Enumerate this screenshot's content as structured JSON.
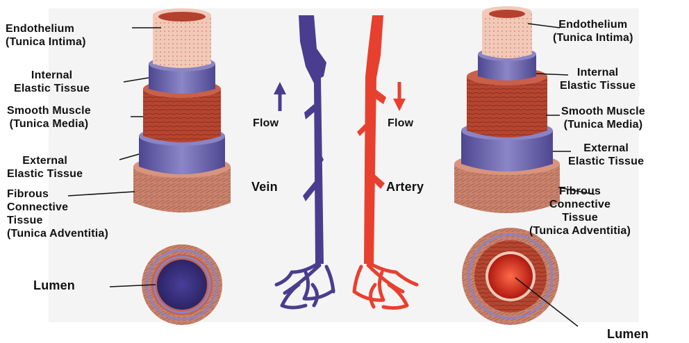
{
  "left_vessel": {
    "endothelium": [
      "Endothelium",
      "(Tunica Intima)"
    ],
    "internal_elastic": [
      "Internal",
      "Elastic Tissue"
    ],
    "smooth_muscle": [
      "Smooth Muscle",
      "(Tunica Media)"
    ],
    "external_elastic": [
      "External",
      "Elastic Tissue"
    ],
    "fibrous": [
      "Fibrous",
      "Connective",
      "Tissue",
      "(Tunica Adventitia)"
    ],
    "lumen": "Lumen"
  },
  "right_vessel": {
    "endothelium": [
      "Endothelium",
      "(Tunica Intima)"
    ],
    "internal_elastic": [
      "Internal",
      "Elastic Tissue"
    ],
    "smooth_muscle": [
      "Smooth Muscle",
      "(Tunica Media)"
    ],
    "external_elastic": [
      "External",
      "Elastic Tissue"
    ],
    "fibrous": [
      "Fibrous",
      "Connective",
      "Tissue",
      "(Tunica Adventitia)"
    ],
    "lumen": "Lumen"
  },
  "center": {
    "vein_flow": "Flow",
    "artery_flow": "Flow",
    "vein": "Vein",
    "artery": "Artery"
  },
  "colors": {
    "vein": "#4a3d8f",
    "artery": "#e8402e",
    "muscle": "#b0402a",
    "elastic": "#6e68b2",
    "adventitia": "#c98570"
  }
}
